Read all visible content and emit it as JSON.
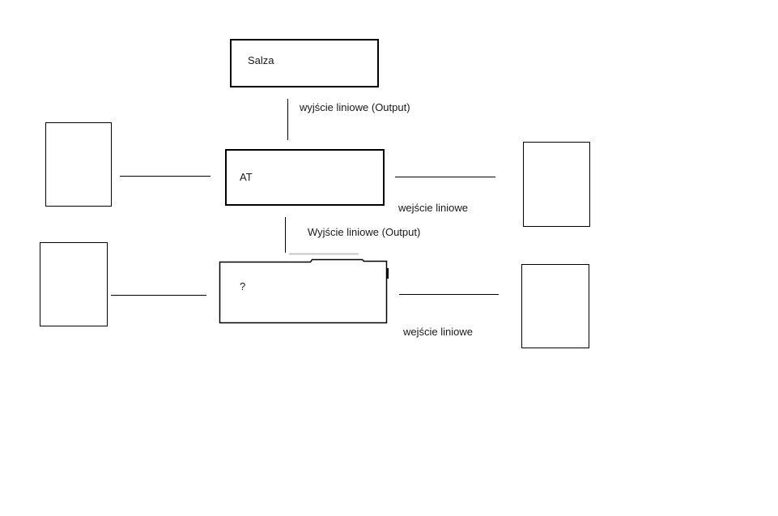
{
  "diagram": {
    "nodes": {
      "salza": {
        "label": "Salza"
      },
      "at": {
        "label": "AT"
      },
      "unknown": {
        "label": "?"
      },
      "upper_left": {
        "label": ""
      },
      "upper_right": {
        "label": ""
      },
      "lower_left": {
        "label": ""
      },
      "lower_right": {
        "label": ""
      }
    },
    "edge_labels": {
      "top_output": "wyjście liniowe (Output)",
      "upper_input": "wejście liniowe",
      "middle_output": "Wyjście liniowe (Output)",
      "lower_input": "wejście liniowe"
    },
    "colors": {
      "ink": "#000000",
      "background": "#ffffff",
      "smudge": "#c6c6c6"
    }
  }
}
